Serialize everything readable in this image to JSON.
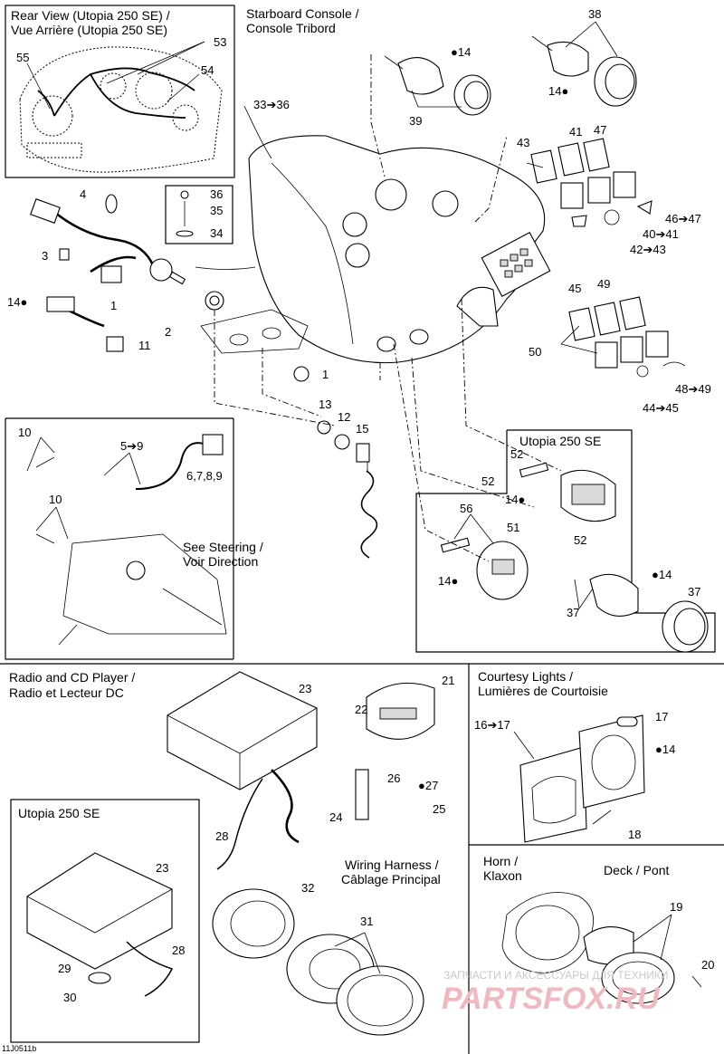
{
  "diagram_code": "11J0511b",
  "watermark": {
    "small": "ЗАПЧАСТИ И АКСЕССУАРЫ ДЛЯ ТЕХНИКИ",
    "big": "PARTSFOX.RU"
  },
  "sections": {
    "rear_view": "Rear View (Utopia 250 SE) / Vue Arrière (Utopia 250 SE)",
    "starboard": "Starboard Console / Console Tribord",
    "utopia_top": "Utopia 250 SE",
    "radio": "Radio and CD Player / Radio et Lecteur DC",
    "courtesy": "Courtesy Lights / Lumières de Courtoisie",
    "utopia_bottom": "Utopia 250 SE",
    "horn": "Horn / Klaxon",
    "deck": "Deck / Pont",
    "steering": "See Steering / Voir Direction",
    "harness": "Wiring Harness / Câblage Principal"
  },
  "labels": {
    "l1": "1",
    "l1b": "1",
    "l2": "2",
    "l3": "3",
    "l4": "4",
    "l5_9": "5➔9",
    "l6789": "6,7,8,9",
    "l10a": "10",
    "l10b": "10",
    "l11": "11",
    "l12": "12",
    "l13": "13",
    "l14a": "14",
    "l14b": "14",
    "l14c": "14",
    "l14d": "14",
    "l14e": "14",
    "l14f": "14",
    "l14g": "14",
    "l15": "15",
    "l16_17": "16➔17",
    "l17": "17",
    "l18": "18",
    "l19": "19",
    "l20": "20",
    "l21": "21",
    "l22": "22",
    "l23a": "23",
    "l23b": "23",
    "l24": "24",
    "l25": "25",
    "l26": "26",
    "l27": "27",
    "l28a": "28",
    "l28b": "28",
    "l29": "29",
    "l30": "30",
    "l31": "31",
    "l32": "32",
    "l33_36": "33➔36",
    "l34": "34",
    "l35": "35",
    "l36": "36",
    "l37a": "37",
    "l37b": "37",
    "l38": "38",
    "l39": "39",
    "l40_41": "40➔41",
    "l41": "41",
    "l42_43": "42➔43",
    "l43": "43",
    "l44_45": "44➔45",
    "l45": "45",
    "l46_47": "46➔47",
    "l47": "47",
    "l48_49": "48➔49",
    "l49": "49",
    "l50": "50",
    "l51": "51",
    "l52a": "52",
    "l52b": "52",
    "l53": "53",
    "l54": "54",
    "l55": "55",
    "l56": "56"
  }
}
